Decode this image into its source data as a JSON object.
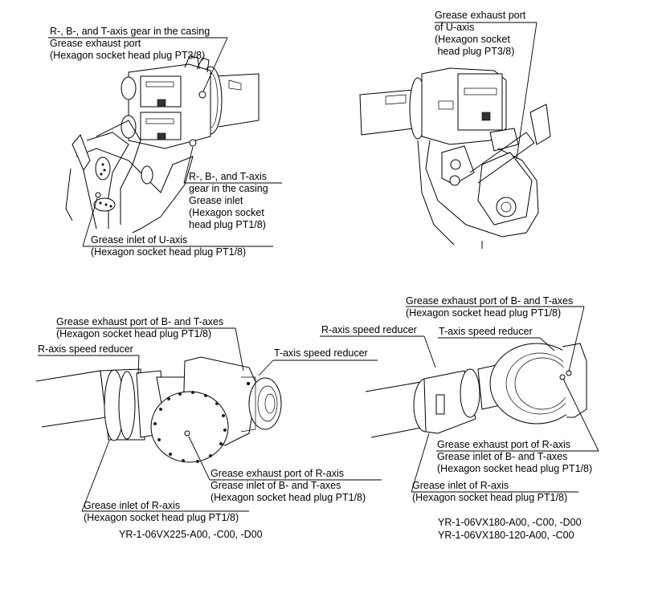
{
  "figure": {
    "panels": [
      {
        "id": "top-left",
        "subject": "U-axis / casing grease points (rear view)",
        "callouts": [
          {
            "lines": [
              "R-, B-, and T-axis gear in the casing",
              "Grease exhaust port",
              "(Hexagon socket head plug PT3/8)"
            ]
          },
          {
            "lines": [
              "R-, B-, and T-axis",
              "gear in the casing",
              "Grease inlet",
              "(Hexagon socket",
              "head plug PT1/8)"
            ]
          },
          {
            "lines": [
              "Grease inlet of U-axis",
              "(Hexagon socket head plug PT1/8)"
            ]
          }
        ]
      },
      {
        "id": "top-right",
        "subject": "U-axis grease exhaust (front view)",
        "callouts": [
          {
            "lines": [
              "Grease exhaust port",
              "of U-axis",
              "(Hexagon socket",
              " head plug PT3/8)"
            ]
          }
        ]
      },
      {
        "id": "bottom-left",
        "subject": "Wrist unit",
        "callouts": [
          {
            "lines": [
              "Grease exhaust port of B- and T-axes",
              "(Hexagon socket head plug PT1/8)"
            ]
          },
          {
            "lines": [
              "R-axis speed reducer"
            ]
          },
          {
            "lines": [
              "T-axis speed reducer"
            ]
          },
          {
            "lines": [
              "Grease exhaust port of R-axis",
              "Grease inlet of B- and T-axes",
              "(Hexagon socket head plug PT1/8)"
            ]
          },
          {
            "lines": [
              "Grease inlet of R-axis",
              "(Hexagon socket head plug PT1/8)"
            ]
          }
        ],
        "models": [
          "YR-1-06VX225-A00, -C00, -D00"
        ]
      },
      {
        "id": "bottom-right",
        "subject": "Wrist unit",
        "callouts": [
          {
            "lines": [
              "Grease exhaust port of B- and T-axes",
              "(Hexagon socket head plug PT1/8)"
            ]
          },
          {
            "lines": [
              "R-axis speed reducer"
            ]
          },
          {
            "lines": [
              "T-axis speed reducer"
            ]
          },
          {
            "lines": [
              "Grease exhaust port of R-axis",
              "Grease inlet of B- and T-axes",
              "(Hexagon socket head plug PT1/8)"
            ]
          },
          {
            "lines": [
              "Grease inlet of R-axis",
              "(Hexagon socket head plug PT1/8)"
            ]
          }
        ],
        "models": [
          "YR-1-06VX180-A00, -C00, -D00",
          "YR-1-06VX180-120-A00, -C00"
        ]
      }
    ]
  }
}
